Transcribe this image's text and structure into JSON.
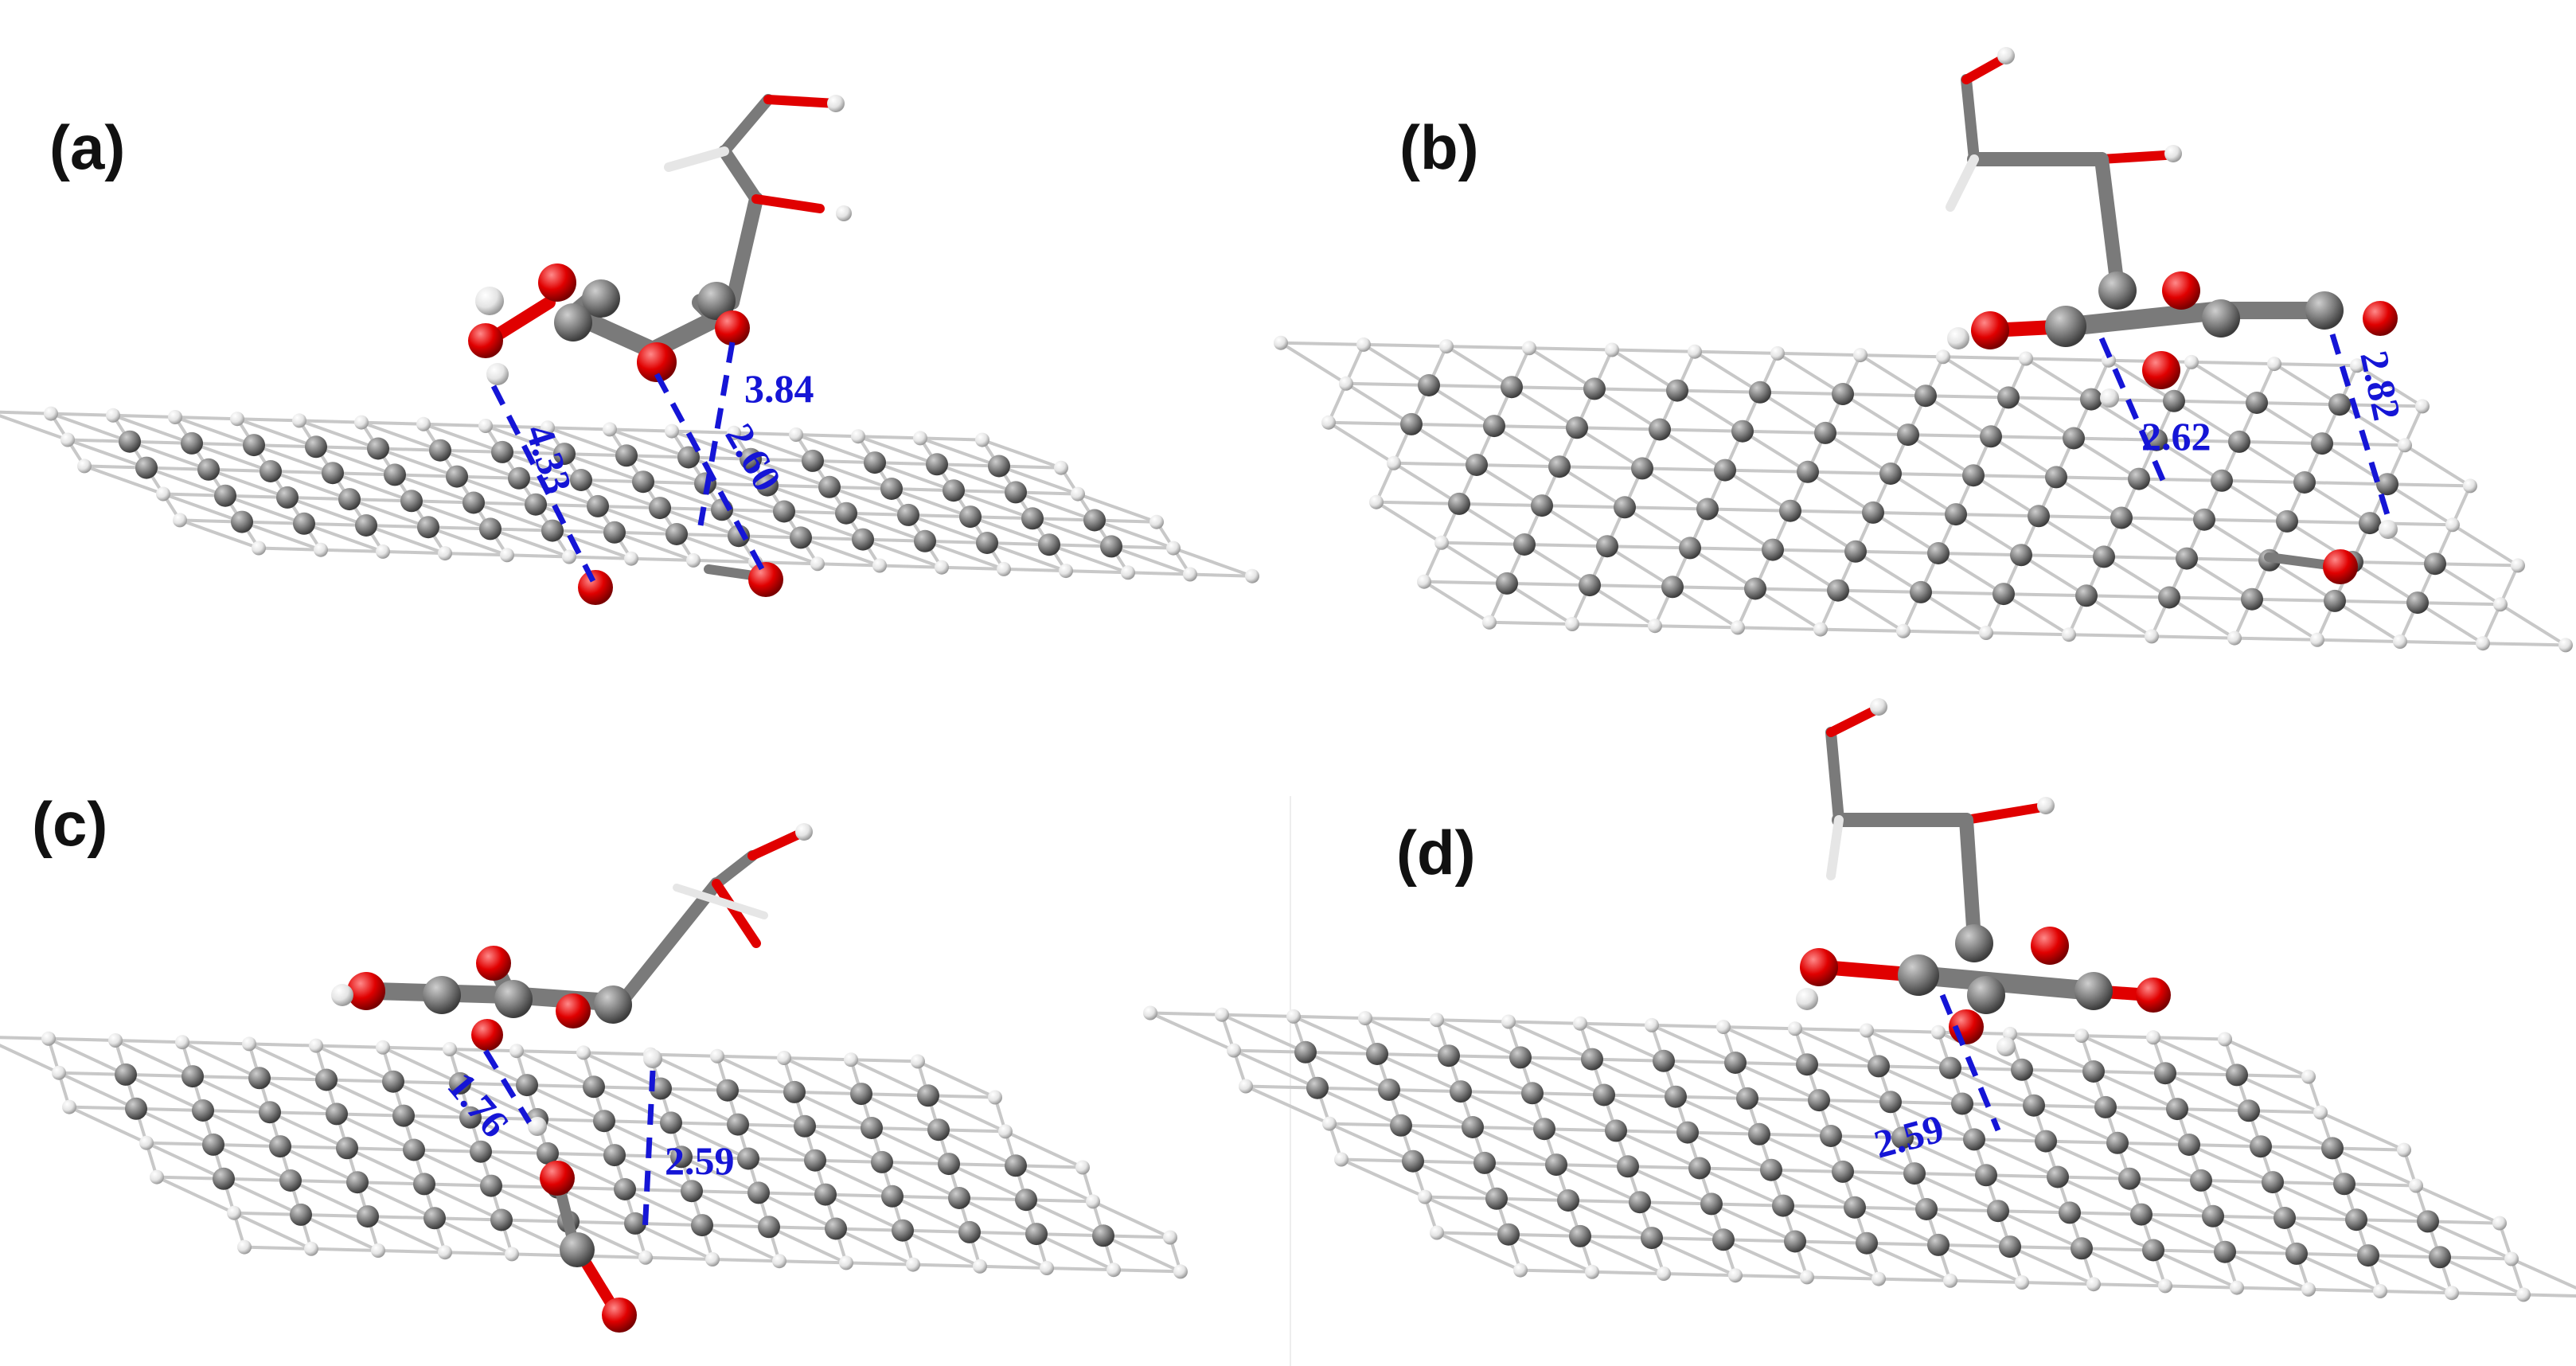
{
  "figure": {
    "panels": [
      {
        "label": "(a)",
        "distances": [
          "3.84",
          "4.33",
          "2.60"
        ]
      },
      {
        "label": "(b)",
        "distances": [
          "2.62",
          "2.82"
        ]
      },
      {
        "label": "(c)",
        "distances": [
          "1.76",
          "2.59"
        ]
      },
      {
        "label": "(d)",
        "distances": [
          "2.59"
        ]
      }
    ]
  },
  "colors": {
    "carbon": "#7d7d7d",
    "oxygen": "#e00000",
    "hydrogen": "#e6e6e6",
    "bond": "#c8c8c8",
    "distance": "#1515d6"
  }
}
